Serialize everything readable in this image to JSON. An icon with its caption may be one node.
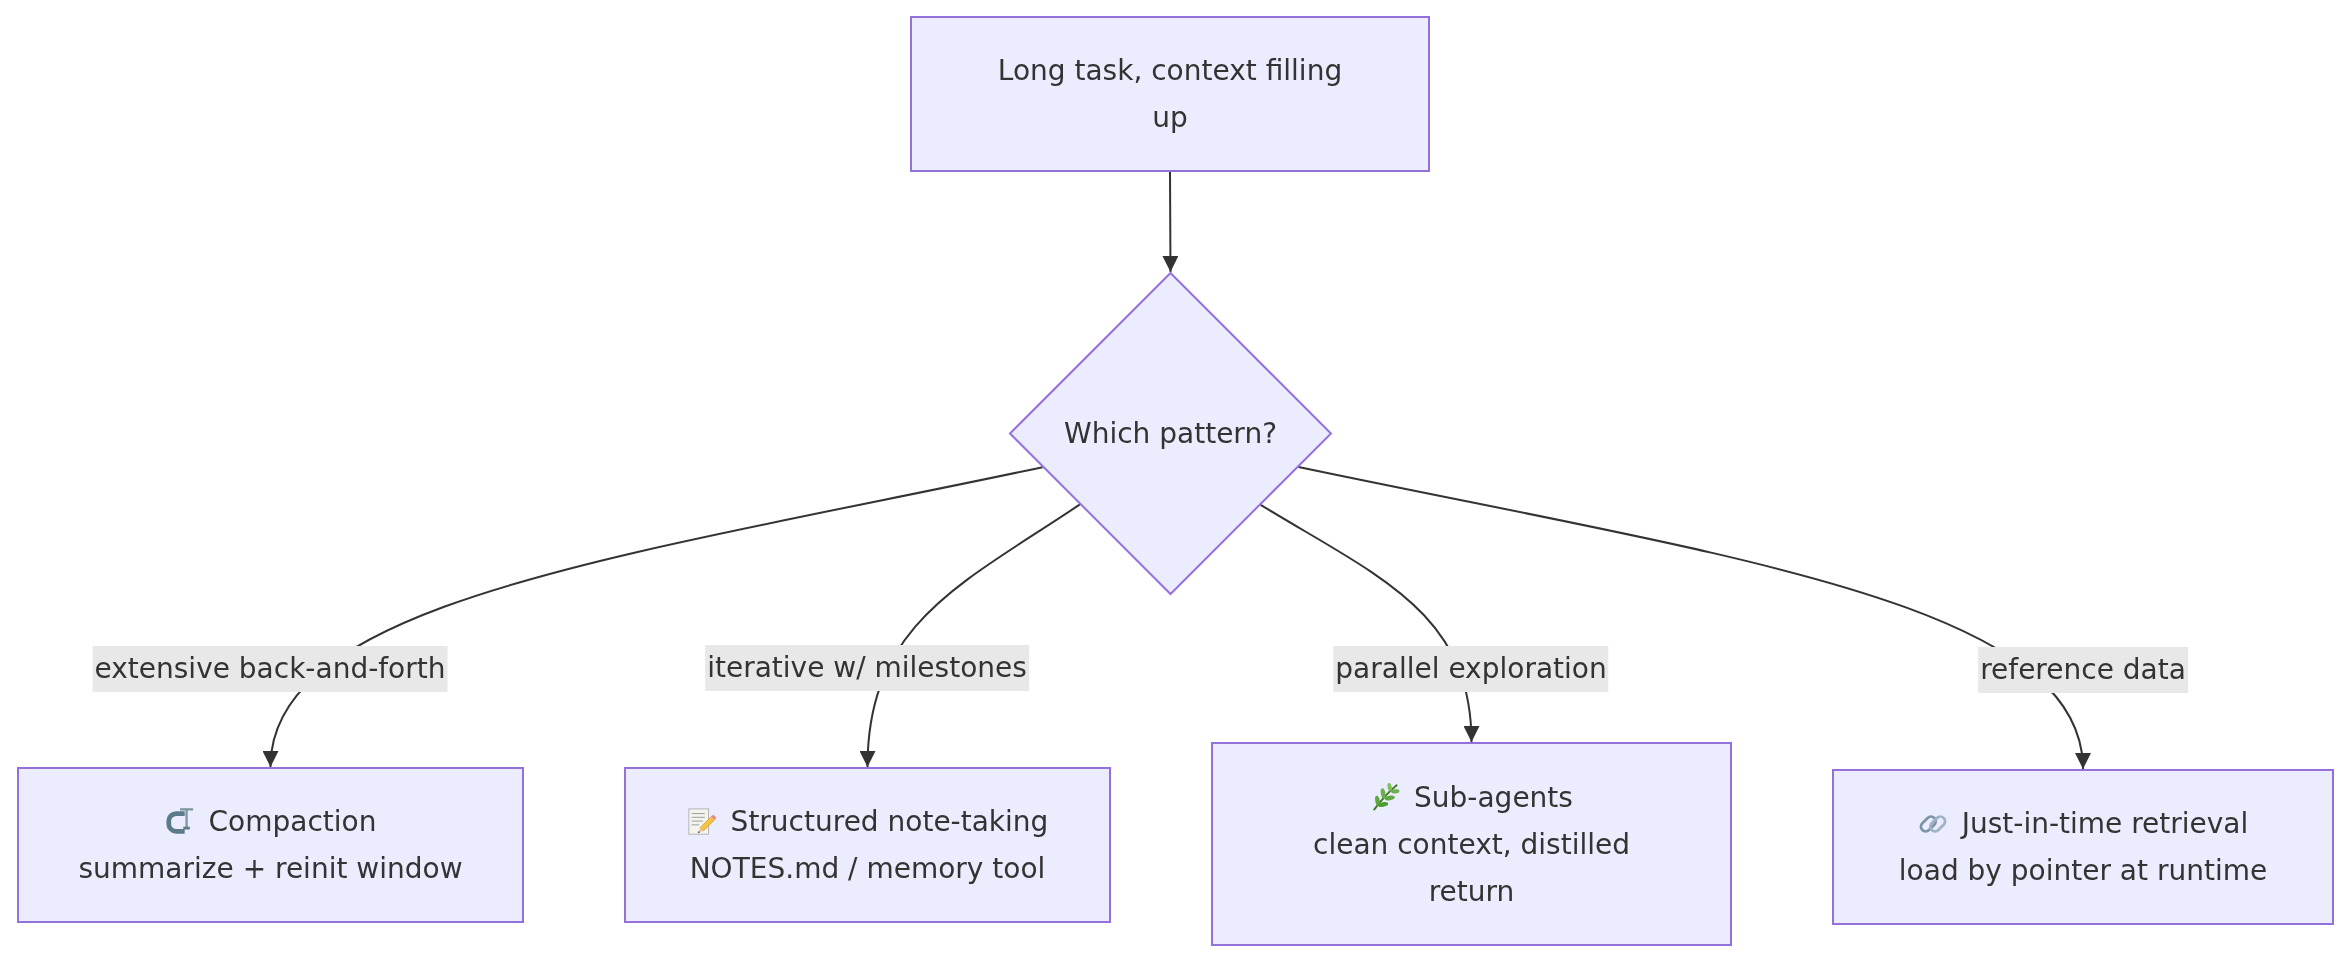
{
  "diagram": {
    "nodes": [
      {
        "text": [
          "Long task, context filling up"
        ]
      },
      {
        "text": [
          "Which pattern?"
        ]
      },
      {
        "text": [
          "Compaction",
          "summarize + reinit window"
        ]
      },
      {
        "text": [
          "Structured note-taking",
          "NOTES.md / memory tool"
        ]
      },
      {
        "text": [
          "Sub-agents",
          "clean context, distilled return"
        ]
      },
      {
        "text": [
          "Just-in-time retrieval",
          "load by pointer at runtime"
        ]
      }
    ],
    "edges": [
      {
        "from": 0,
        "to": 1,
        "arrow": "to"
      },
      {
        "from": 1,
        "to": 2,
        "arrow": "to",
        "label": "extensive back-and-forth"
      },
      {
        "from": 1,
        "to": 3,
        "arrow": "to",
        "label": "iterative w/ milestones"
      },
      {
        "from": 1,
        "to": 4,
        "arrow": "to",
        "label": "parallel exploration"
      },
      {
        "from": 1,
        "to": 5,
        "arrow": "to",
        "label": "reference data"
      }
    ]
  }
}
